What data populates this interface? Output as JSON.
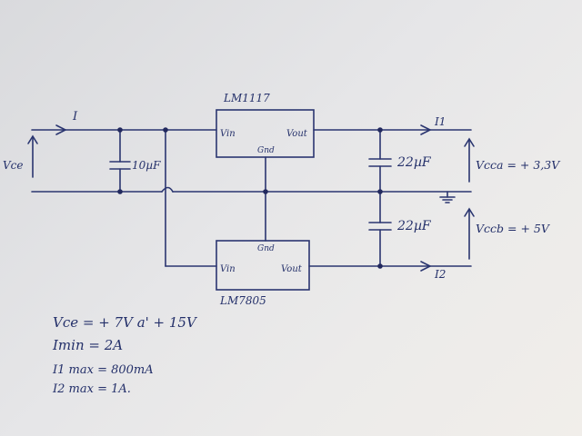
{
  "diagram": {
    "regulators": {
      "top": {
        "name": "LM1117",
        "vin": "Vin",
        "vout": "Vout",
        "gnd": "Gnd"
      },
      "bottom": {
        "name": "LM7805",
        "vin": "Vin",
        "vout": "Vout",
        "gnd": "Gnd"
      }
    },
    "capacitors": {
      "input": "10µF",
      "out_top": "22µF",
      "out_bottom": "22µF"
    },
    "currents": {
      "input": "I",
      "out1": "I1",
      "out2": "I2"
    },
    "voltages": {
      "input": "Vce",
      "out_top": "Vcca = + 3,3V",
      "out_bottom": "Vccb = + 5V"
    },
    "notes": [
      "Vce = + 7V a' + 15V",
      "Imin = 2A",
      "I1 max = 800mA",
      "I2 max = 1A."
    ],
    "colors": {
      "ink": "#24306a",
      "paper": "#ebeae8"
    }
  }
}
